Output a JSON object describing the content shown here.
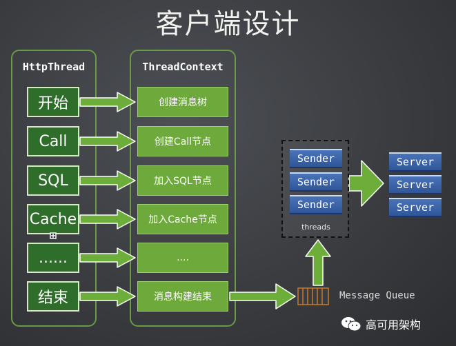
{
  "title": "客户端设计",
  "left_column": {
    "title": "HttpThread",
    "steps": [
      "开始",
      "Call",
      "SQL",
      "Cache",
      "......",
      "结束"
    ]
  },
  "middle_column": {
    "title": "ThreadContext",
    "steps": [
      "创建消息树",
      "创建Call节点",
      "加入SQL节点",
      "加入Cache节点",
      "....",
      "消息构建结束"
    ]
  },
  "senders": {
    "items": [
      "Sender",
      "Sender",
      "Sender"
    ],
    "label": "threads"
  },
  "servers": [
    "Server",
    "Server",
    "Server"
  ],
  "queue_label": "Message Queue",
  "watermark": "高可用架构",
  "colors": {
    "green_dark": "#2f6e2a",
    "green_light": "#6da93b",
    "arrow": "#6dae3a",
    "blue": "#3a63a8"
  }
}
